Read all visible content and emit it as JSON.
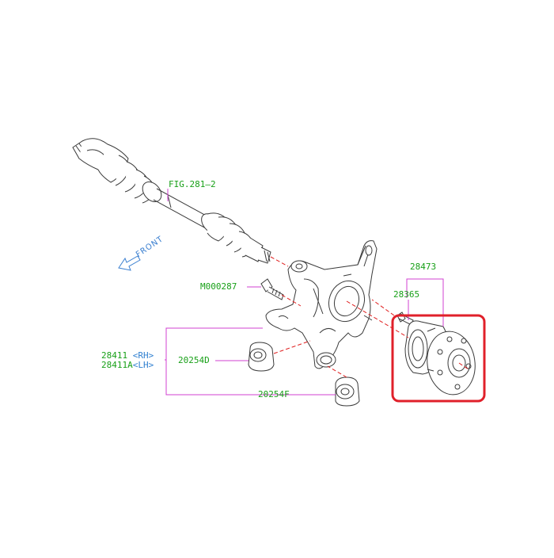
{
  "labels": {
    "fig": "FIG.281–2",
    "bolt": "M000287",
    "hub_assembly": "28473",
    "hub_bolt": "28365",
    "knuckle_rh": "28411",
    "knuckle_rh_side": "<RH>",
    "knuckle_lh": "28411A",
    "knuckle_lh_side": "<LH>",
    "bushing_d": "20254D",
    "bushing_f": "20254F",
    "front": "FRONT"
  },
  "colors": {
    "line_art": "#3a3a3a",
    "label_green": "#18a018",
    "leader_magenta": "#d040d0",
    "centerline_red": "#e02020",
    "highlight_box": "#e0202a",
    "front_arrow": "#3a7fd0"
  },
  "icons": {
    "front_arrow": "front-arrow-icon"
  }
}
